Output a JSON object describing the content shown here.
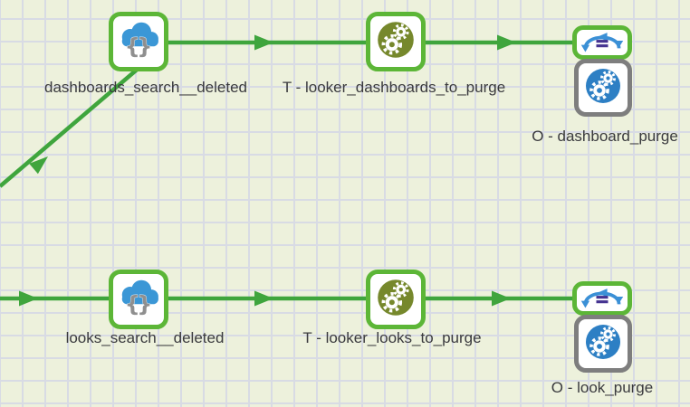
{
  "canvas": {
    "type": "workflow-job-canvas",
    "background_color": "#edf1dc",
    "grid_line_color": "#d8dbe4",
    "connector_color": "#3fa53d",
    "node_border_green": "#5cb637",
    "node_border_gray": "#7e7e7e",
    "cloud_blue": "#3b97d6",
    "gear_circle_olive": "#76882c",
    "gear_circle_blue": "#2d7fc4",
    "braces_gray": "#8f8f8f",
    "iterate_purple": "#453391",
    "label_color": "#3a3a3e"
  },
  "nodes": [
    {
      "label": "dashboards_search__deleted",
      "icon": "cloud-json-icon",
      "border": "green"
    },
    {
      "label": "T - looker_dashboards_to_purge",
      "icon": "gears-olive-icon",
      "border": "green"
    },
    {
      "label": "O - dashboard_purge",
      "icon": "iterate-loop-icon,gears-blue-icon",
      "border": "green,gray"
    },
    {
      "label": "looks_search__deleted",
      "icon": "cloud-json-icon",
      "border": "green"
    },
    {
      "label": "T - looker_looks_to_purge",
      "icon": "gears-olive-icon",
      "border": "green"
    },
    {
      "label": "O - look_purge",
      "icon": "iterate-loop-icon,gears-blue-icon",
      "border": "green,gray"
    }
  ],
  "connections": [
    {
      "from": "offscreen-lower-left",
      "to": "dashboards_search__deleted"
    },
    {
      "from": "dashboards_search__deleted",
      "to": "T - looker_dashboards_to_purge"
    },
    {
      "from": "T - looker_dashboards_to_purge",
      "to": "O - dashboard_purge"
    },
    {
      "from": "offscreen-left",
      "to": "looks_search__deleted"
    },
    {
      "from": "looks_search__deleted",
      "to": "T - looker_looks_to_purge"
    },
    {
      "from": "T - looker_looks_to_purge",
      "to": "O - look_purge"
    }
  ]
}
